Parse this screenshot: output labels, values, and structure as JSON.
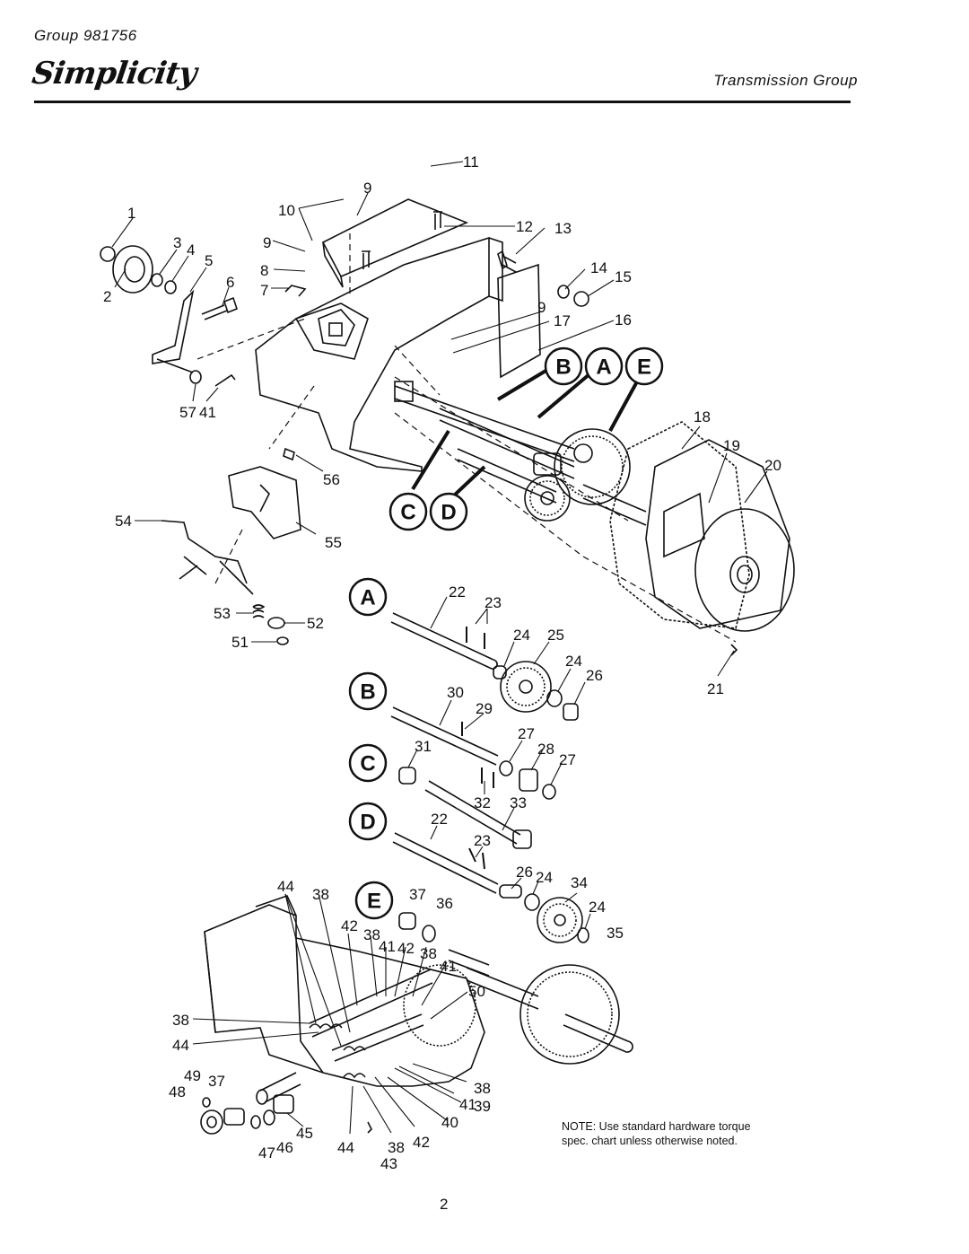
{
  "header": {
    "group": "Group 981756",
    "brand": "Simplicity",
    "title": "Transmission Group"
  },
  "assembly_badges": [
    "B",
    "A",
    "E",
    "C",
    "D"
  ],
  "section_badges": [
    "A",
    "B",
    "C",
    "D",
    "E"
  ],
  "callouts": {
    "upper": [
      "1",
      "2",
      "3",
      "4",
      "5",
      "6",
      "7",
      "8",
      "9",
      "10",
      "9",
      "11",
      "12",
      "13",
      "14",
      "15",
      "9",
      "17",
      "16",
      "57",
      "41",
      "18",
      "19",
      "20",
      "56",
      "54",
      "55",
      "53",
      "52",
      "51",
      "21"
    ],
    "section_a": [
      "22",
      "23",
      "24",
      "25",
      "24",
      "26"
    ],
    "section_b": [
      "30",
      "29",
      "27",
      "28",
      "27"
    ],
    "section_c": [
      "31",
      "32",
      "33"
    ],
    "section_d": [
      "22",
      "23",
      "26",
      "24",
      "34",
      "24",
      "35"
    ],
    "section_e": [
      "44",
      "38",
      "37",
      "36",
      "42",
      "38",
      "41",
      "42",
      "38",
      "41",
      "50",
      "38",
      "44",
      "49",
      "37",
      "48",
      "38",
      "41",
      "39",
      "40",
      "45",
      "46",
      "47",
      "44",
      "38",
      "42",
      "43"
    ]
  },
  "note": "NOTE: Use standard hardware torque spec. chart unless otherwise noted.",
  "page_number": "2"
}
